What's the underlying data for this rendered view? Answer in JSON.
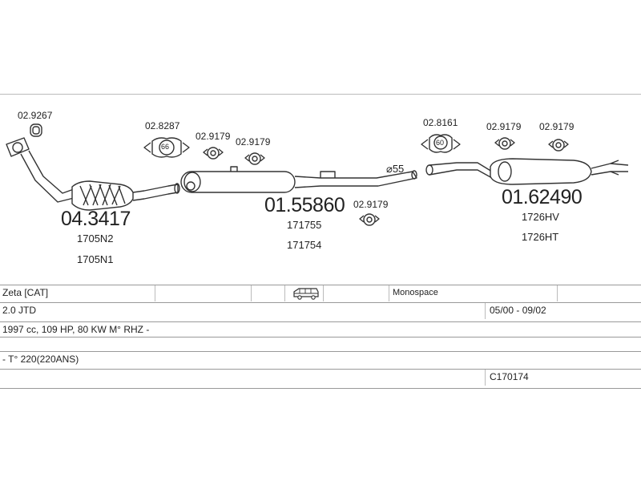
{
  "parts": {
    "clamp_a": "02.9267",
    "catalyst": "04.3417",
    "catalyst_ref1": "1705N2",
    "catalyst_ref2": "1705N1",
    "clamp_66": "02.8287",
    "clamp_66_size": "66",
    "clamp_b1": "02.9179",
    "clamp_b2": "02.9179",
    "center_silencer": "01.55860",
    "center_ref1": "171755",
    "center_ref2": "171754",
    "diameter": "⌀55",
    "clamp_b3": "02.9179",
    "clamp_60": "02.8161",
    "clamp_60_size": "60",
    "clamp_b4": "02.9179",
    "clamp_b5": "02.9179",
    "rear_silencer": "01.62490",
    "rear_ref1": "1726HV",
    "rear_ref2": "1726HT"
  },
  "table": {
    "row1": {
      "model": "Zeta  [CAT]",
      "body": "Monospace"
    },
    "row2": {
      "engine": "2.0 JTD",
      "years": "05/00 - 09/02"
    },
    "row3": {
      "spec": "1997 cc, 109 HP, 80 KW M° RHZ -"
    },
    "row4": {
      "type": "- T° 220(220ANS)"
    },
    "row5": {
      "ref": "C170174"
    }
  },
  "icons": {
    "vehicle": "van-icon"
  }
}
